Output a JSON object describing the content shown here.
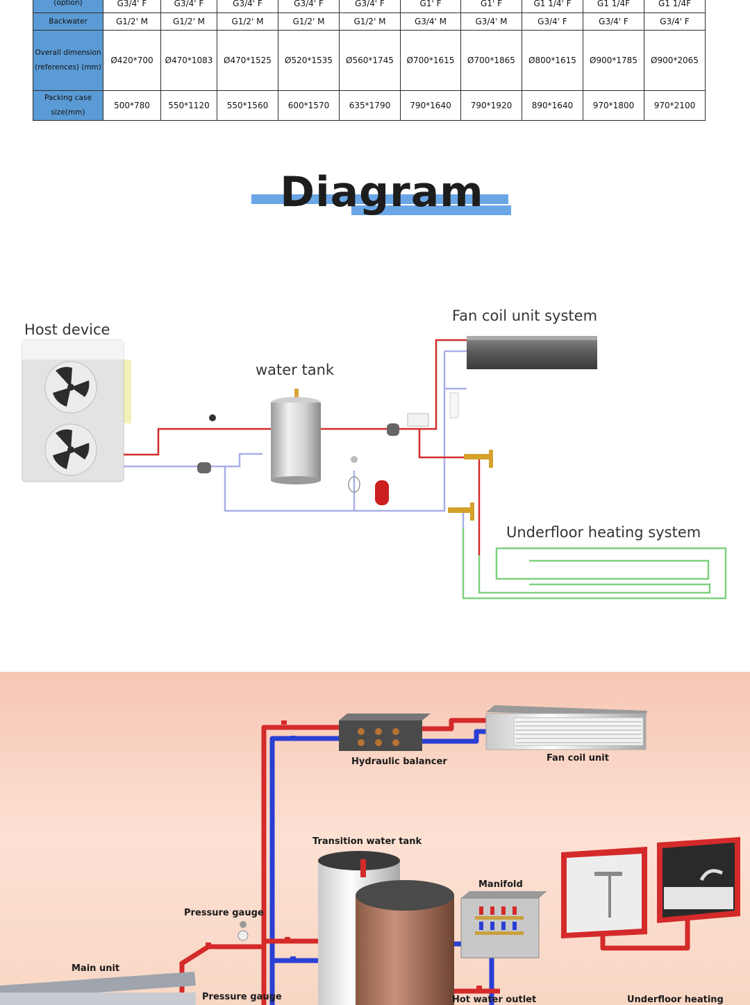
{
  "spec_table": {
    "rows": [
      {
        "label": "(option)",
        "cells": [
          "G3/4' F",
          "G3/4' F",
          "G3/4' F",
          "G3/4' F",
          "G3/4' F",
          "G1' F",
          "G1' F",
          "G1 1/4' F",
          "G1 1/4F",
          "G1 1/4F"
        ]
      },
      {
        "label": "Backwater",
        "cells": [
          "G1/2' M",
          "G1/2' M",
          "G1/2' M",
          "G1/2' M",
          "G1/2' M",
          "G3/4' M",
          "G3/4' M",
          "G3/4' F",
          "G3/4' F",
          "G3/4' F"
        ]
      },
      {
        "label": "Overall dimension (references) (mm)",
        "cells": [
          "Ø420*700",
          "Ø470*1083",
          "Ø470*1525",
          "Ø520*1535",
          "Ø560*1745",
          "Ø700*1615",
          "Ø700*1865",
          "Ø800*1615",
          "Ø900*1785",
          "Ø900*2065"
        ]
      },
      {
        "label": "Packing case size(mm)",
        "cells": [
          "500*780",
          "550*1120",
          "550*1560",
          "600*1570",
          "635*1790",
          "790*1640",
          "790*1920",
          "890*1640",
          "970*1800",
          "970*2100"
        ]
      }
    ]
  },
  "section_title": "Diagram",
  "schematic": {
    "host_device": "Host device",
    "water_tank": "water tank",
    "fan_coil": "Fan coil unit system",
    "underfloor": "Underfloor heating system"
  },
  "system3d": {
    "hydraulic_balancer": "Hydraulic balancer",
    "fan_coil_unit": "Fan coil unit",
    "transition_tank": "Transition water tank",
    "manifold": "Manifold",
    "pressure_gauge_top": "Pressure gauge",
    "main_unit": "Main unit",
    "pressure_gauge_bottom": "Pressure gauge",
    "hot_water_outlet": "Hot water outlet",
    "underfloor_heating": "Underfloor heating"
  },
  "colors": {
    "header_blue": "#5b9bd5",
    "title_bar_blue": "#6aa6e6",
    "hot_pipe": "#d42a2a",
    "cold_pipe": "#2a3fd4",
    "schematic_return": "#a9aee8",
    "underfloor_green": "#7ed07e"
  }
}
